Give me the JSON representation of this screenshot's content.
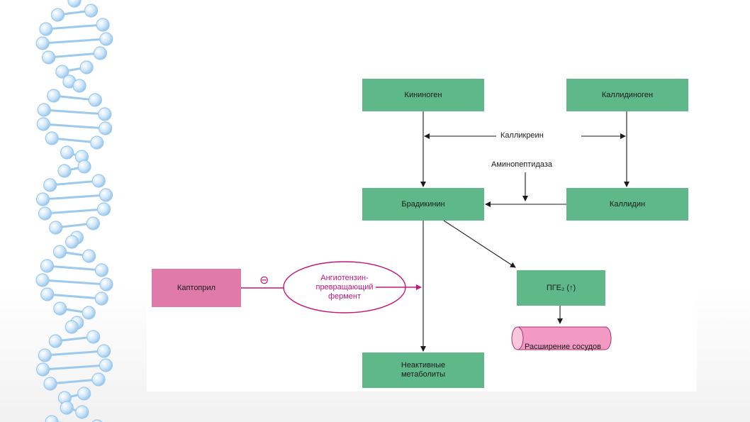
{
  "nodes": {
    "kininogen": "Кининоген",
    "kallidinogen": "Каллидиноген",
    "bradykinin": "Брадикинин",
    "kallidin": "Каллидин",
    "pge": "ПГЕ₂ (↑)",
    "inactive_line1": "Неактивные",
    "inactive_line2": "метаболиты",
    "captopril": "Каптоприл"
  },
  "labels": {
    "kallikrein": "Калликреин",
    "aminopeptidase": "Аминопептидаза",
    "ace_line1": "Ангиотензин-",
    "ace_line2": "превращающий",
    "ace_line3": "фермент",
    "inhibit_symbol": "⊖",
    "vasodilation": "Расширение сосудов"
  },
  "colors": {
    "node_green": "#5fb88a",
    "node_pink": "#e07aa8",
    "enzyme_magenta": "#c2177a",
    "vessel_pink": "#f29ac4",
    "helix_blue": "#9cc9ec"
  }
}
